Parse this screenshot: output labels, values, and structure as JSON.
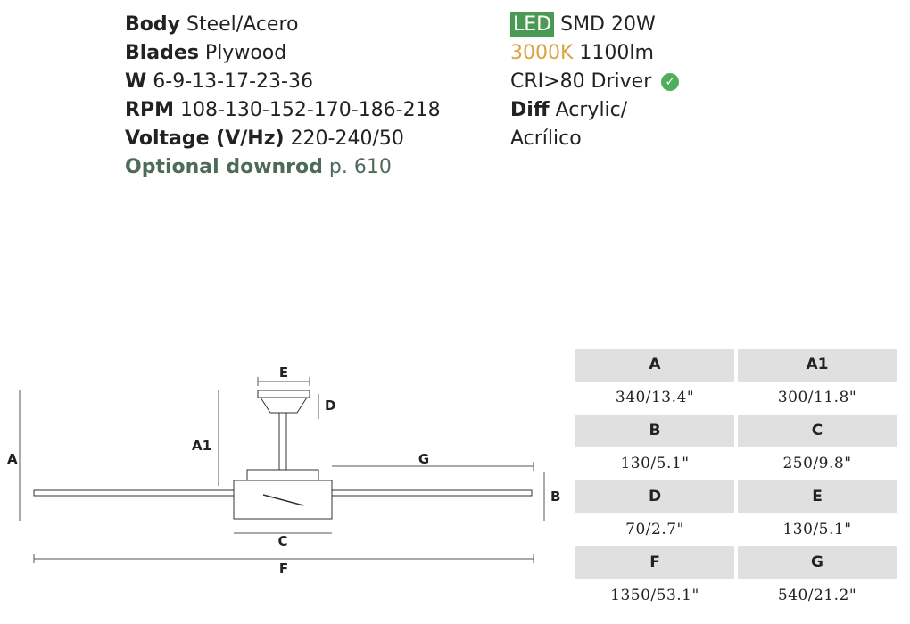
{
  "specs_left": [
    {
      "key": "Body",
      "value": "Steel/Acero"
    },
    {
      "key": "Blades",
      "value": "Plywood"
    },
    {
      "key": "W",
      "value": "6-9-13-17-23-36"
    },
    {
      "key": "RPM",
      "value": "108-130-152-170-186-218"
    },
    {
      "key": "Voltage (V/Hz)",
      "value": "220-240/50"
    },
    {
      "key": "Optional downrod",
      "value": "p. 610"
    }
  ],
  "specs_right": {
    "led_badge": "LED",
    "led_value": "SMD 20W",
    "color_temp": "3000K",
    "lumens": "1100lm",
    "driver": "CRI>80 Driver",
    "diff_key": "Diff",
    "diff_value_1": "Acrylic/",
    "diff_value_2": "Acrílico"
  },
  "diagram_labels": {
    "A": "A",
    "A1": "A1",
    "B": "B",
    "C": "C",
    "D": "D",
    "E": "E",
    "F": "F",
    "G": "G"
  },
  "dimensions_table": [
    {
      "headers": [
        "A",
        "A1"
      ],
      "values": [
        "340/13.4\"",
        "300/11.8\""
      ]
    },
    {
      "headers": [
        "B",
        "C"
      ],
      "values": [
        "130/5.1\"",
        "250/9.8\""
      ]
    },
    {
      "headers": [
        "D",
        "E"
      ],
      "values": [
        "70/2.7\"",
        "130/5.1\""
      ]
    },
    {
      "headers": [
        "F",
        "G"
      ],
      "values": [
        "1350/53.1\"",
        "540/21.2\""
      ]
    }
  ],
  "colors": {
    "led_badge_bg": "#4a9a55",
    "amber": "#d9a441",
    "optional_green": "#4d6b5a",
    "check_green": "#4fae5c",
    "table_header_bg": "#e0e0e0"
  }
}
